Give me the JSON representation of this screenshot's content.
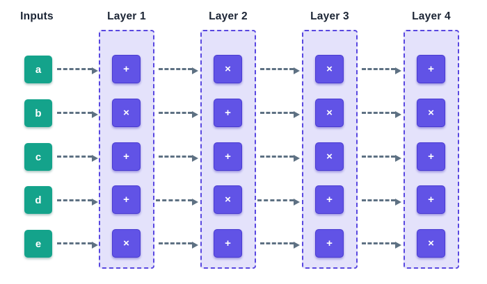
{
  "headers": {
    "inputs": "Inputs"
  },
  "inputs": [
    "a",
    "b",
    "c",
    "d",
    "e"
  ],
  "layers": [
    {
      "label": "Layer 1",
      "nodes": [
        "+",
        "×",
        "+",
        "+",
        "×"
      ]
    },
    {
      "label": "Layer 2",
      "nodes": [
        "×",
        "+",
        "+",
        "×",
        "+"
      ]
    },
    {
      "label": "Layer 3",
      "nodes": [
        "×",
        "×",
        "×",
        "+",
        "+"
      ]
    },
    {
      "label": "Layer 4",
      "nodes": [
        "+",
        "×",
        "+",
        "+",
        "×"
      ]
    }
  ],
  "colors": {
    "input-fill": "#14A38B",
    "node-fill": "#6153E6",
    "layer-bg": "#E4E2FB",
    "layer-border": "#5847E0",
    "arrow": "#5E7183",
    "heading": "#1B2434",
    "node-text": "#FFFFFF"
  }
}
